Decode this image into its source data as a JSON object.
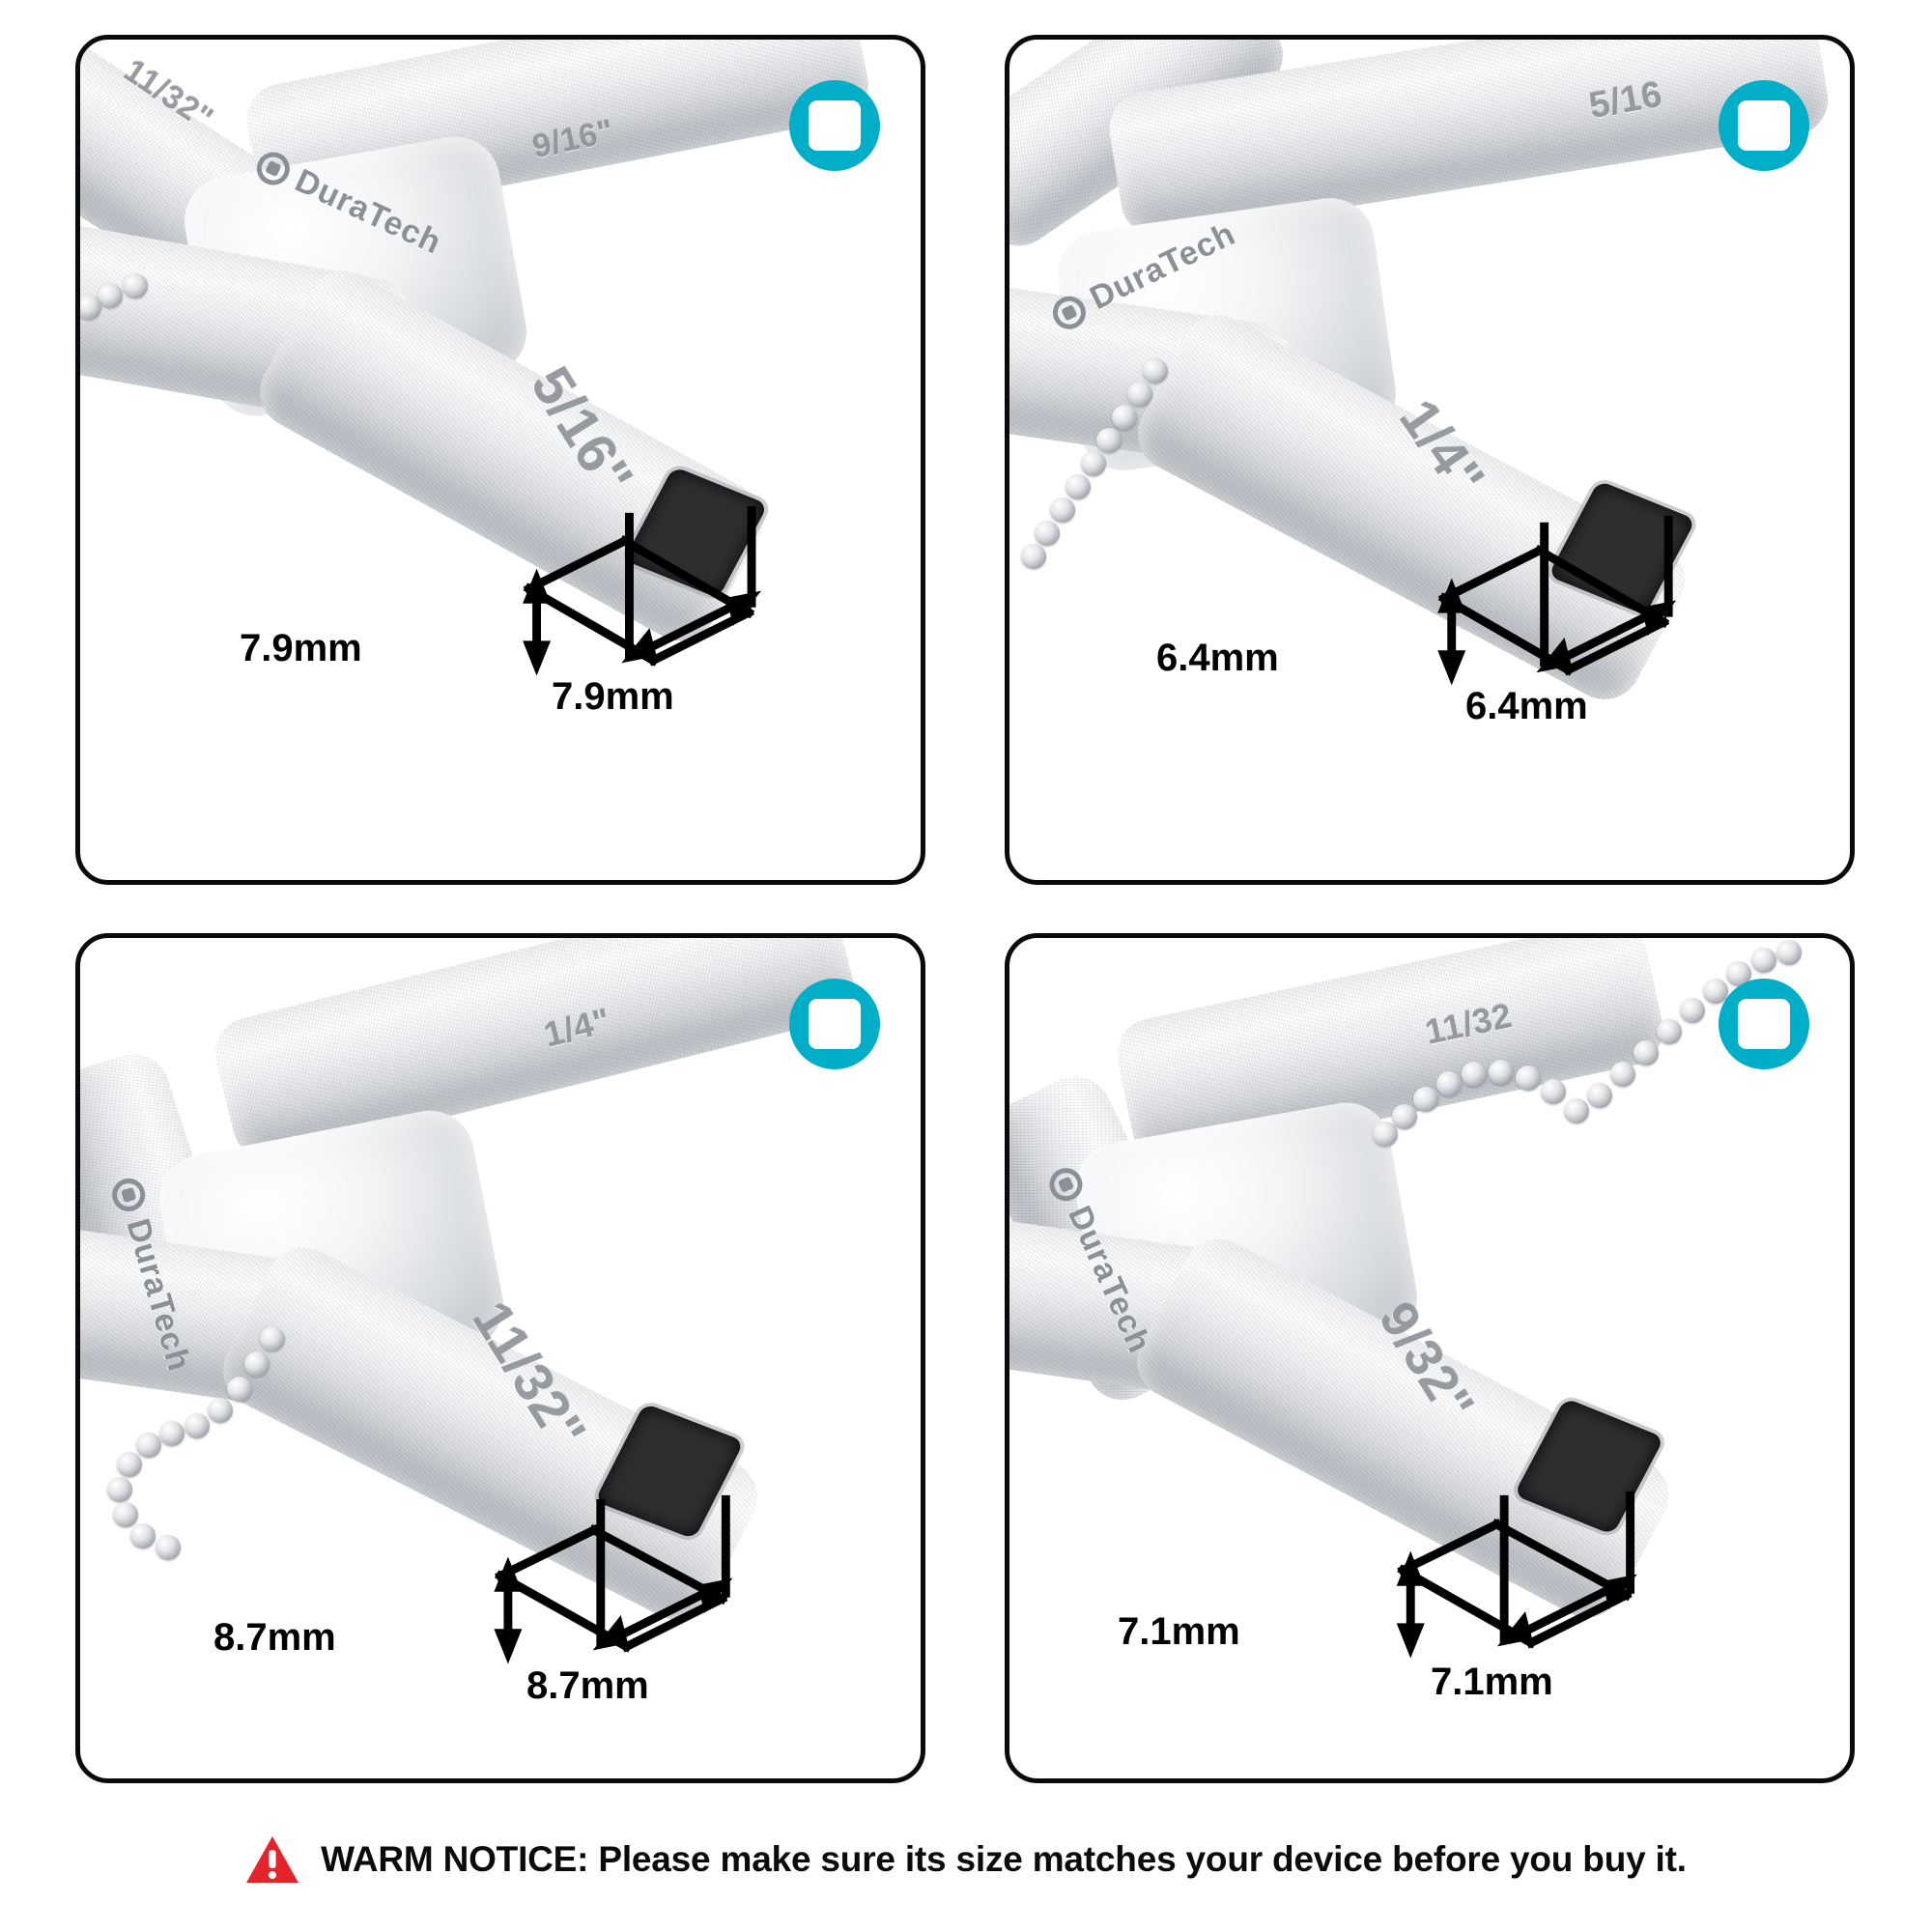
{
  "theme": {
    "accent_teal": "#00AEC7",
    "warning_red": "#E4232A",
    "panel_border": "#0a0a0a",
    "background": "#ffffff",
    "engraving_gray": "#8d9298"
  },
  "brand": {
    "name": "DuraTech",
    "logo_icon": "target-circle-icon"
  },
  "badge": {
    "icon_name": "square-socket-icon",
    "shape": "circle-with-rounded-square"
  },
  "panels": [
    {
      "id": "panel-1",
      "position": "top-left",
      "badge_icon": "square-socket-icon",
      "engravings": [
        {
          "text": "11/32\"",
          "location": "upper-left-arm"
        },
        {
          "text": "9/16\"",
          "location": "upper-right-arm"
        },
        {
          "text": "5/16\"",
          "location": "lower-right-arm"
        }
      ],
      "brand_label": "DuraTech",
      "featured_size": "5/16\"",
      "dimension_vertical": "7.9mm",
      "dimension_horizontal": "7.9mm",
      "has_chain": true
    },
    {
      "id": "panel-2",
      "position": "top-right",
      "badge_icon": "square-socket-icon",
      "engravings": [
        {
          "text": "5/16",
          "location": "upper-right-arm"
        },
        {
          "text": "1/4\"",
          "location": "lower-right-arm"
        }
      ],
      "brand_label": "DuraTech",
      "featured_size": "1/4\"",
      "dimension_vertical": "6.4mm",
      "dimension_horizontal": "6.4mm",
      "has_chain": true
    },
    {
      "id": "panel-3",
      "position": "bottom-left",
      "badge_icon": "square-socket-icon",
      "engravings": [
        {
          "text": "1/4\"",
          "location": "upper-right-arm"
        },
        {
          "text": "11/32\"",
          "location": "lower-right-arm"
        }
      ],
      "brand_label": "DuraTech",
      "featured_size": "11/32\"",
      "dimension_vertical": "8.7mm",
      "dimension_horizontal": "8.7mm",
      "has_chain": true
    },
    {
      "id": "panel-4",
      "position": "bottom-right",
      "badge_icon": "square-socket-icon",
      "engravings": [
        {
          "text": "11/32",
          "location": "upper-right-arm"
        },
        {
          "text": "9/32\"",
          "location": "lower-right-arm"
        }
      ],
      "brand_label": "DuraTech",
      "featured_size": "9/32\"",
      "dimension_vertical": "7.1mm",
      "dimension_horizontal": "7.1mm",
      "has_chain": true
    }
  ],
  "notice": {
    "icon_name": "warning-triangle-icon",
    "text": "WARM NOTICE: Please make sure its size matches your device before you buy it."
  }
}
